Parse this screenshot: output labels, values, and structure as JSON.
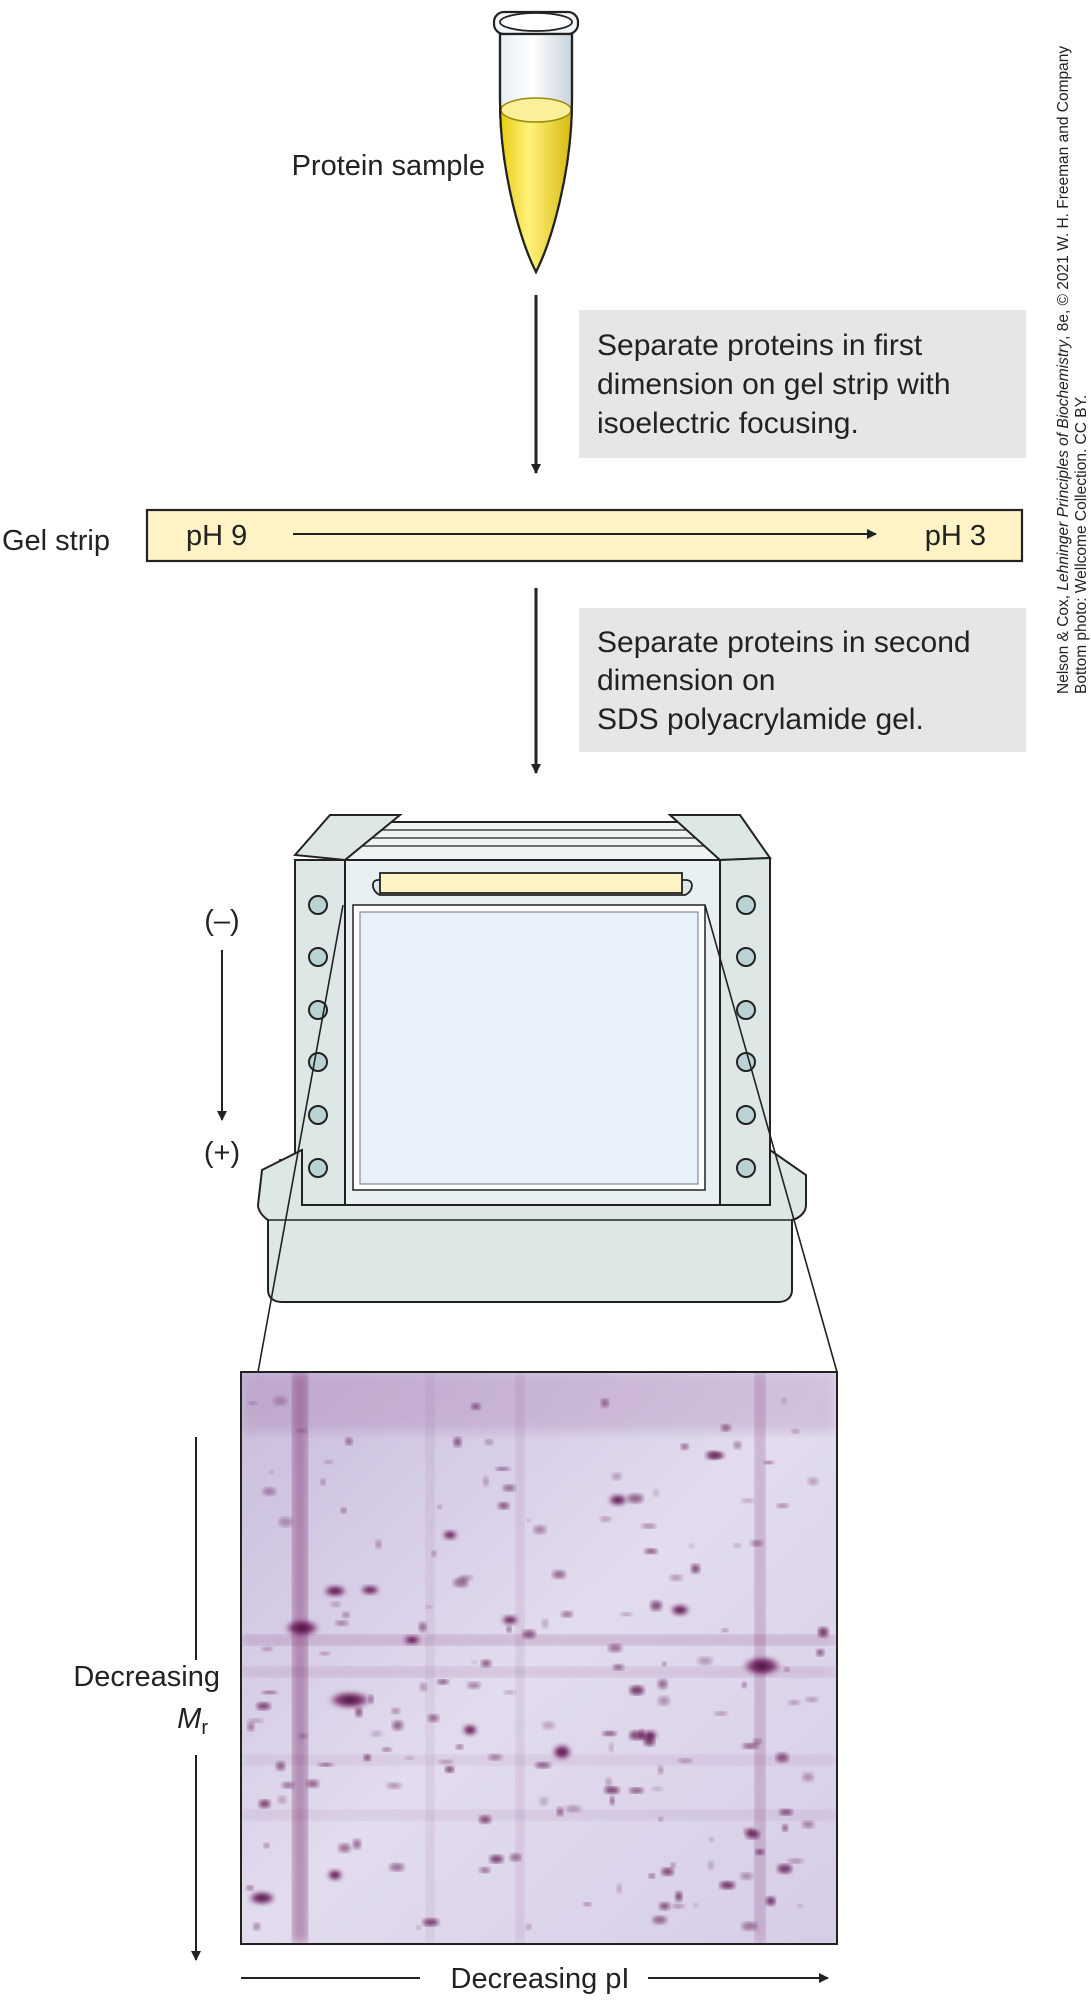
{
  "labels": {
    "protein_sample": "Protein sample",
    "gel_strip": "Gel strip",
    "ph_left": "pH 9",
    "ph_right": "pH 3",
    "minus": "(–)",
    "plus": "(+)",
    "decreasing_mr_word": "Decreasing",
    "mr_symbol": "M",
    "mr_subscript": "r",
    "decreasing_pi": "Decreasing pI"
  },
  "steps": [
    {
      "lines": [
        "Separate proteins in first",
        "dimension on gel strip with",
        "isoelectric focusing."
      ]
    },
    {
      "lines": [
        "Separate proteins in second",
        "dimension on",
        "SDS polyacrylamide gel."
      ]
    }
  ],
  "credit": {
    "line1_prefix": "Nelson & Cox, ",
    "line1_title": "Lehninger Principles of Biochemistry",
    "line1_suffix": ", 8e, © 2021 W. H. Freeman and Company",
    "line2": "Bottom photo: Wellcome Collection. CC BY."
  },
  "colors": {
    "tube_liquid": "#f4e33a",
    "gel_strip_fill": "#fdf3c4",
    "step_box": "#e6e6e6",
    "apparatus": "#dde8e6",
    "gel_glass": "#edf3fa",
    "gel_photo_bg": "#e4dcf0",
    "spot": "#5a1148"
  }
}
